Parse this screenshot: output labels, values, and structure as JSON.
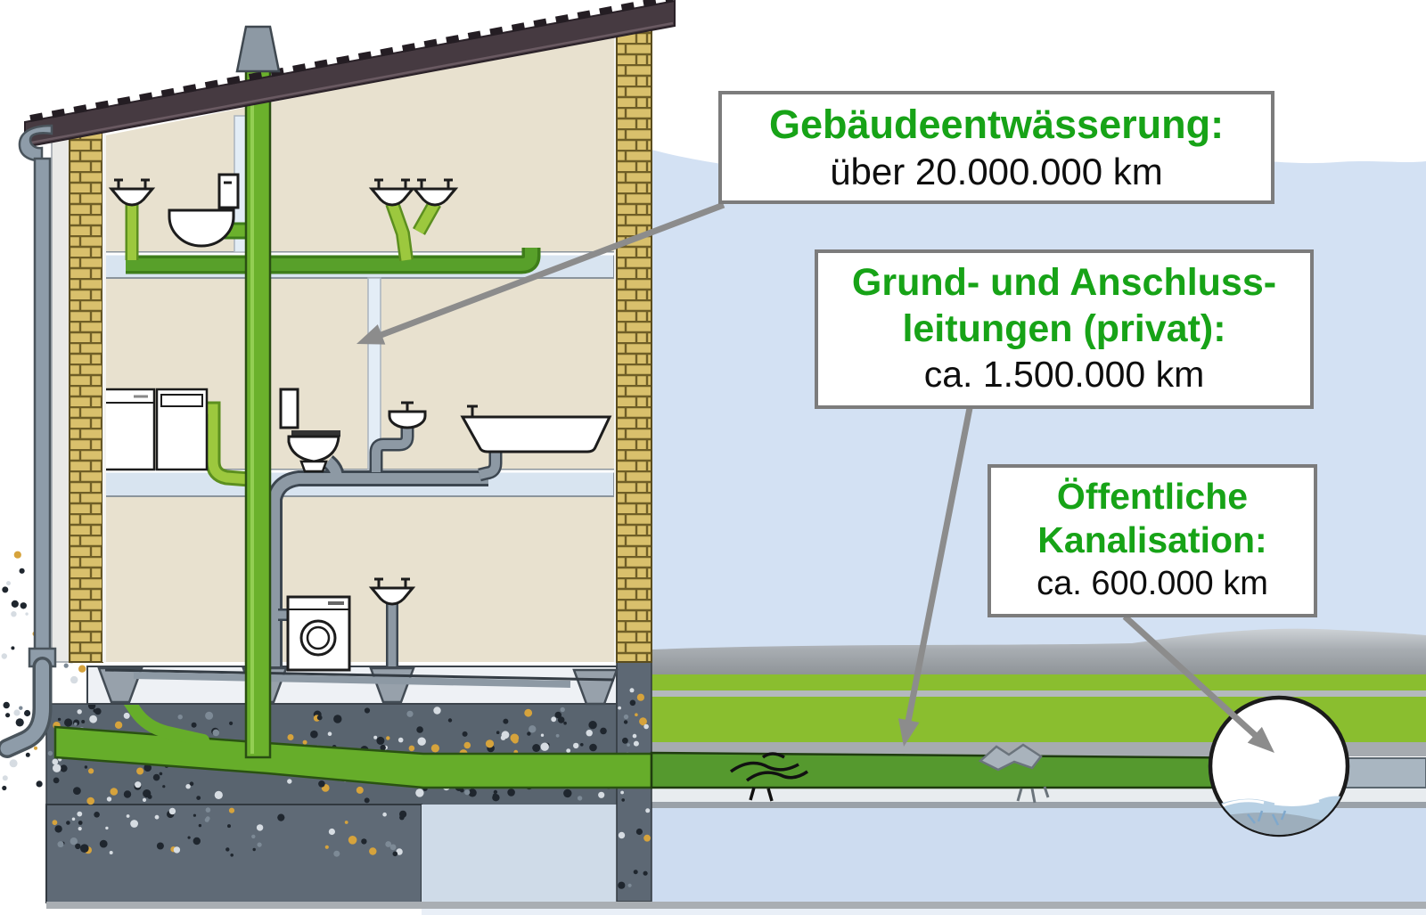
{
  "callouts": {
    "building_drainage": {
      "title": "Gebäudeentwässerung:",
      "value": "über 20.000.000 km"
    },
    "private_lines": {
      "title_line1": "Grund- und Anschluss-",
      "title_line2": "leitungen (privat):",
      "value": "ca. 1.500.000 km"
    },
    "public_sewer": {
      "title_line1": "Öffentliche",
      "title_line2": "Kanalisation:",
      "value": "ca. 600.000 km"
    }
  },
  "colors": {
    "label_green": "#17a317",
    "label_black": "#0e0e0e",
    "box_border": "#7c7c7c",
    "arrow_gray": "#8c8c8c",
    "stack_green": "#6bb12c",
    "branch_green": "#9cc83e",
    "sewer_pipe_green": "#55992e",
    "grass_green": "#8abe2f",
    "sky_blue": "#d3e1f3",
    "roof_dark": "#463a41",
    "brick_tan": "#d9c06c",
    "soil_slate": "#5f6a76",
    "gray_pipe": "#8d99a4"
  }
}
